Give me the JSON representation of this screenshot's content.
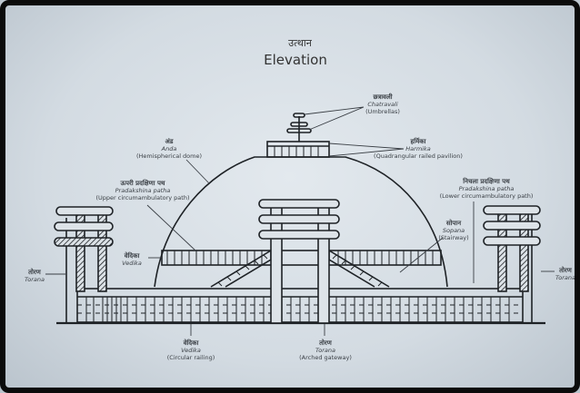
{
  "title": {
    "hindi": "उत्थान",
    "english": "Elevation"
  },
  "labels": {
    "chatravali": {
      "hindi": "छत्रावली",
      "name": "Chatravali",
      "desc": "(Umbrellas)"
    },
    "harmika": {
      "hindi": "हर्मिका",
      "name": "Harmika",
      "desc": "(Quadrangular railed pavilion)"
    },
    "anda": {
      "hindi": "अंड",
      "name": "Anda",
      "desc": "(Hemispherical dome)"
    },
    "upper_path": {
      "hindi": "ऊपरी प्रदक्षिणा पथ",
      "name": "Pradakshina patha",
      "desc": "(Upper circumambulatory path)"
    },
    "lower_path": {
      "hindi": "निचला प्रदक्षिणा पथ",
      "name": "Pradakshina patha",
      "desc": "(Lower circumambulatory path)"
    },
    "sopana": {
      "hindi": "सोपान",
      "name": "Sopana",
      "desc": "(Stairway)"
    },
    "vedika_upper": {
      "hindi": "वेदिका",
      "name": "Vedika"
    },
    "torana_left": {
      "hindi": "तोरण",
      "name": "Torana"
    },
    "torana_right": {
      "hindi": "तोरण",
      "name": "Torana"
    },
    "vedika_bottom": {
      "hindi": "वेदिका",
      "name": "Vedika",
      "desc": "(Circular railing)"
    },
    "torana_bottom": {
      "hindi": "तोरण",
      "name": "Torana",
      "desc": "(Arched gateway)"
    }
  }
}
